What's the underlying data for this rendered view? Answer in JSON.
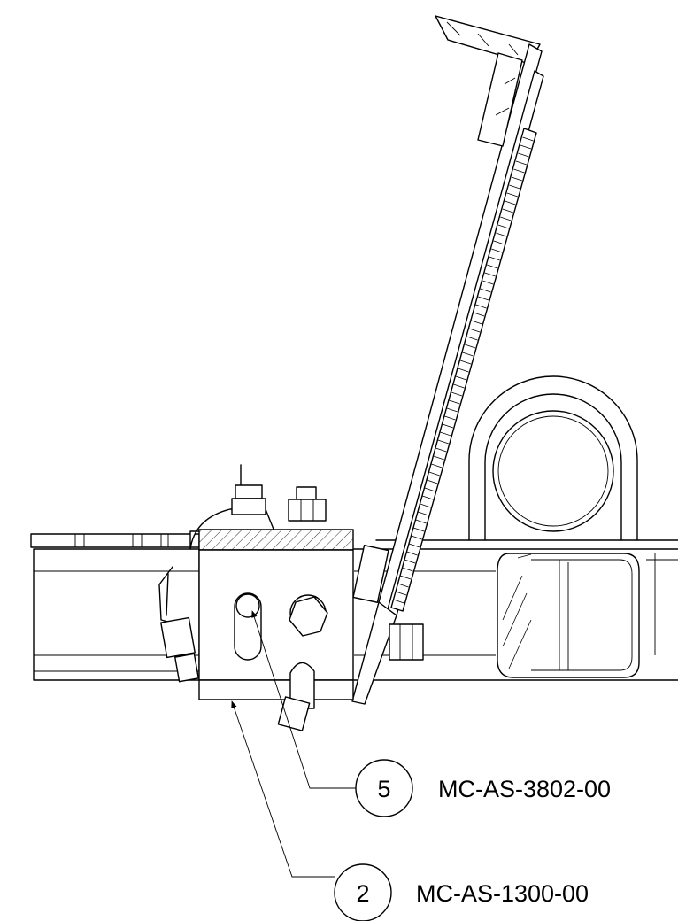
{
  "callouts": [
    {
      "item": "5",
      "part_number": "MC-AS-3802-00"
    },
    {
      "item": "2",
      "part_number": "MC-AS-1300-00"
    }
  ]
}
